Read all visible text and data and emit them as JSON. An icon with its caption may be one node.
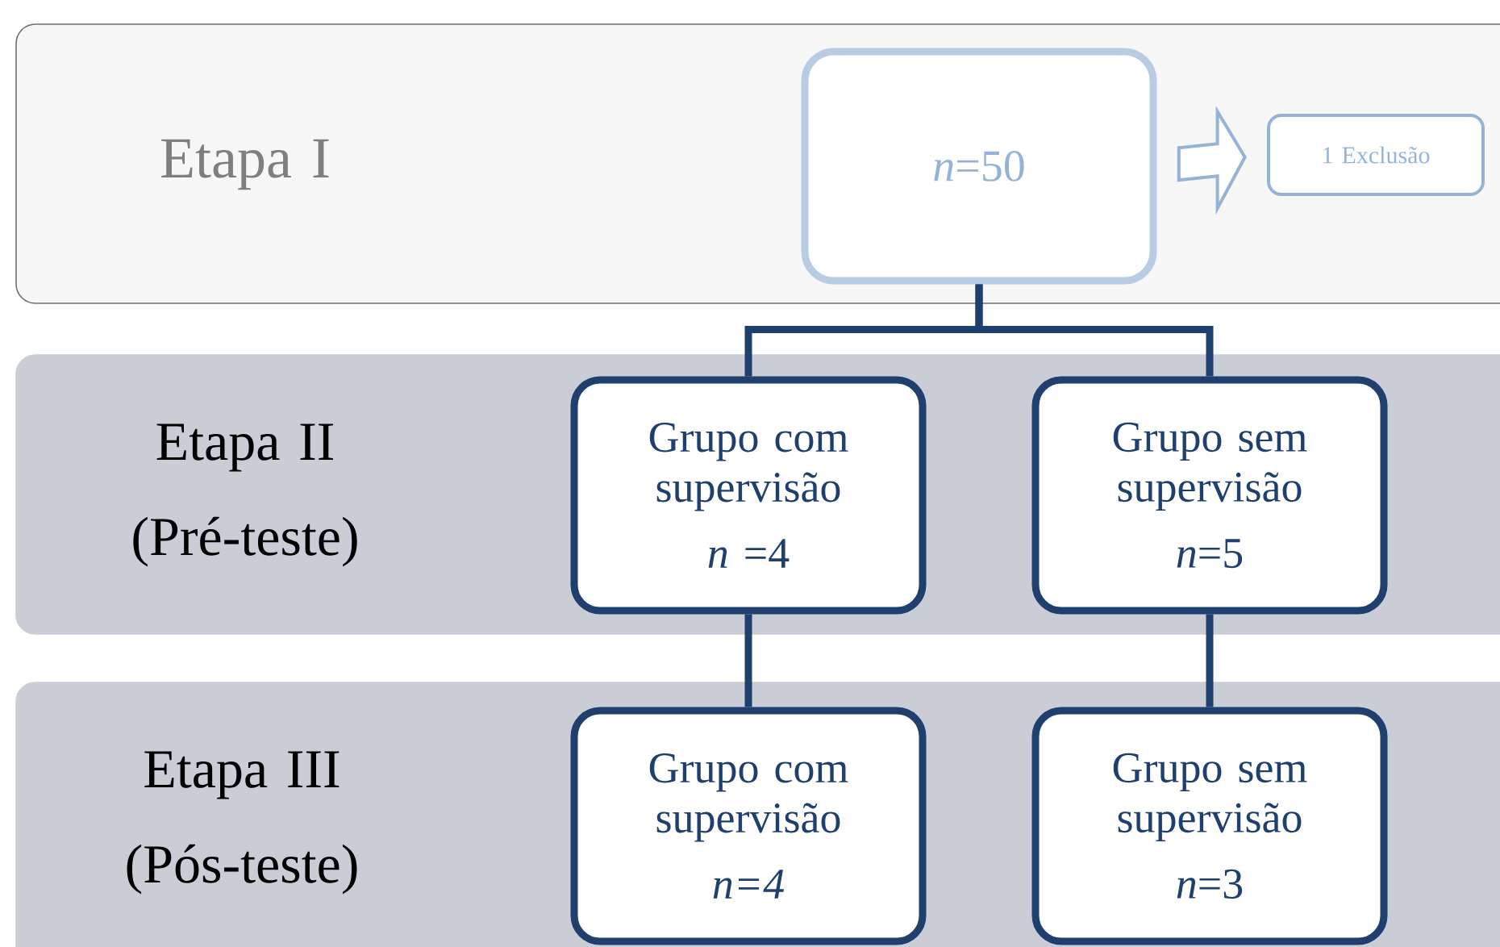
{
  "diagram": {
    "nodes": [
      {
        "text": [
          "Etapa I"
        ]
      },
      {
        "text": [
          "*n*=50"
        ],
        "in": 0
      },
      {
        "text": [
          "1 Exclusão"
        ],
        "in": 0
      },
      {
        "text": [
          "Etapa II (Pré-teste)"
        ]
      },
      {
        "text": [
          "Grupo com supervisão",
          "*n* =4"
        ],
        "in": 3
      },
      {
        "text": [
          "Grupo sem supervisão",
          "*n*=5"
        ],
        "in": 3
      },
      {
        "text": [
          "Etapa III (Pós-teste)"
        ]
      },
      {
        "text": [
          "Grupo com supervisão",
          "*n=4*"
        ],
        "in": 6
      },
      {
        "text": [
          "Grupo sem supervisão",
          "*n*=3"
        ],
        "in": 6
      }
    ],
    "edges": [
      {
        "from": 1,
        "to": 2,
        "arrow": "to",
        "color": "#95b3d7"
      },
      {
        "from": 1,
        "to": 4,
        "arrow": "none"
      },
      {
        "from": 1,
        "to": 5,
        "arrow": "none"
      },
      {
        "from": 4,
        "to": 7,
        "arrow": "none"
      },
      {
        "from": 5,
        "to": 8,
        "arrow": "none"
      }
    ]
  }
}
